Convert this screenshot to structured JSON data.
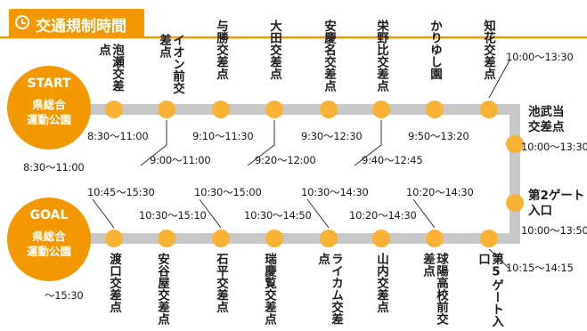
{
  "header": {
    "title": "交通規制時間",
    "icon": "clock-icon"
  },
  "colors": {
    "orange": "#F39800",
    "stop": "#F9B233",
    "road": "#C8C8C8",
    "line": "#333333"
  },
  "start": {
    "tag": "START",
    "venue_line1": "県総合",
    "venue_line2": "運動公園",
    "time": "8:30〜11:00"
  },
  "goal": {
    "tag": "GOAL",
    "venue_line1": "県総合",
    "venue_line2": "運動公園",
    "time": "〜15:30"
  },
  "top_stops": [
    {
      "name": "泡瀬交差点",
      "time": "8:30〜11:00"
    },
    {
      "name": "イオン前交差点",
      "time": "9:00〜11:00"
    },
    {
      "name": "与勝交差点",
      "time": "9:10〜11:30"
    },
    {
      "name": "大田交差点",
      "time": "9:20〜12:00"
    },
    {
      "name": "安慶名交差点",
      "time": "9:30〜12:30"
    },
    {
      "name": "栄野比交差点",
      "time": "9:40〜12:45"
    },
    {
      "name": "かりゆし園",
      "time": "9:50〜13:20"
    },
    {
      "name": "知花交差点",
      "time": "10:00〜13:30"
    }
  ],
  "right_stops": [
    {
      "name_line1": "池武当",
      "name_line2": "交差点",
      "time": "10:00〜13:30"
    },
    {
      "name_line1": "第2ゲート",
      "name_line2": "入口",
      "time": "10:00〜13:50"
    }
  ],
  "bottom_stops": [
    {
      "name": "渡口交差点",
      "time": "10:45〜15:30"
    },
    {
      "name": "安谷屋交差点",
      "time": "10:30〜15:10"
    },
    {
      "name": "石平交差点",
      "time": "10:30〜15:00"
    },
    {
      "name": "瑞慶覧交差点",
      "time": "10:30〜14:50"
    },
    {
      "name": "ライカム交差点",
      "time": "10:30〜14:30"
    },
    {
      "name": "山内交差点",
      "time": "10:20〜14:30"
    },
    {
      "name": "球陽高校前交差点",
      "time": "10:20〜14:30"
    },
    {
      "name": "第5ゲート入口",
      "time": "10:15〜14:15"
    }
  ]
}
